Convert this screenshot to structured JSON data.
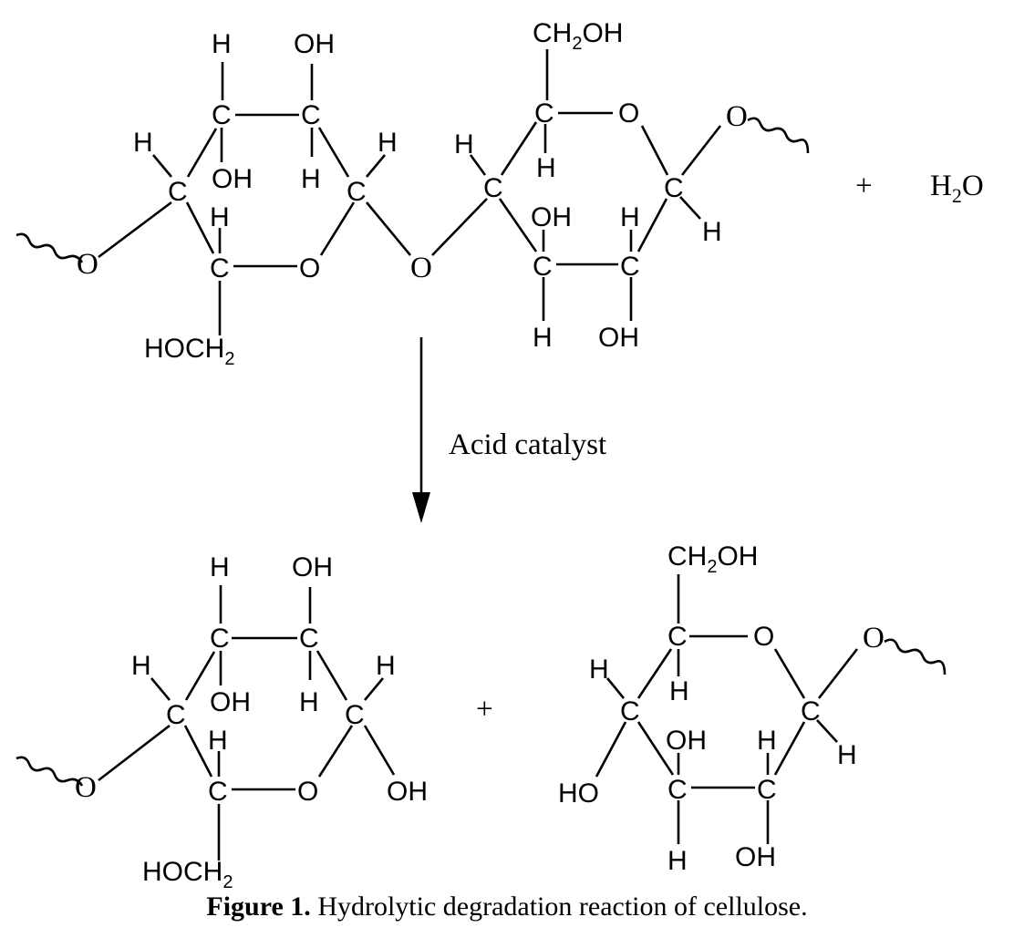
{
  "atoms": {
    "C": "C",
    "O": "O",
    "H": "H",
    "OH": "OH",
    "HO": "HO",
    "CH2OH_main": "CH",
    "CH2OH_sub": "2",
    "CH2OH_tail": "OH",
    "HOCH2_main": "HOCH",
    "HOCH2_sub": "2"
  },
  "plus": "+",
  "water": {
    "main": "H",
    "sub": "2",
    "tail": "O"
  },
  "arrow_label": "Acid catalyst",
  "caption": {
    "label": "Figure 1.",
    "text": " Hydrolytic degradation reaction of cellulose."
  }
}
